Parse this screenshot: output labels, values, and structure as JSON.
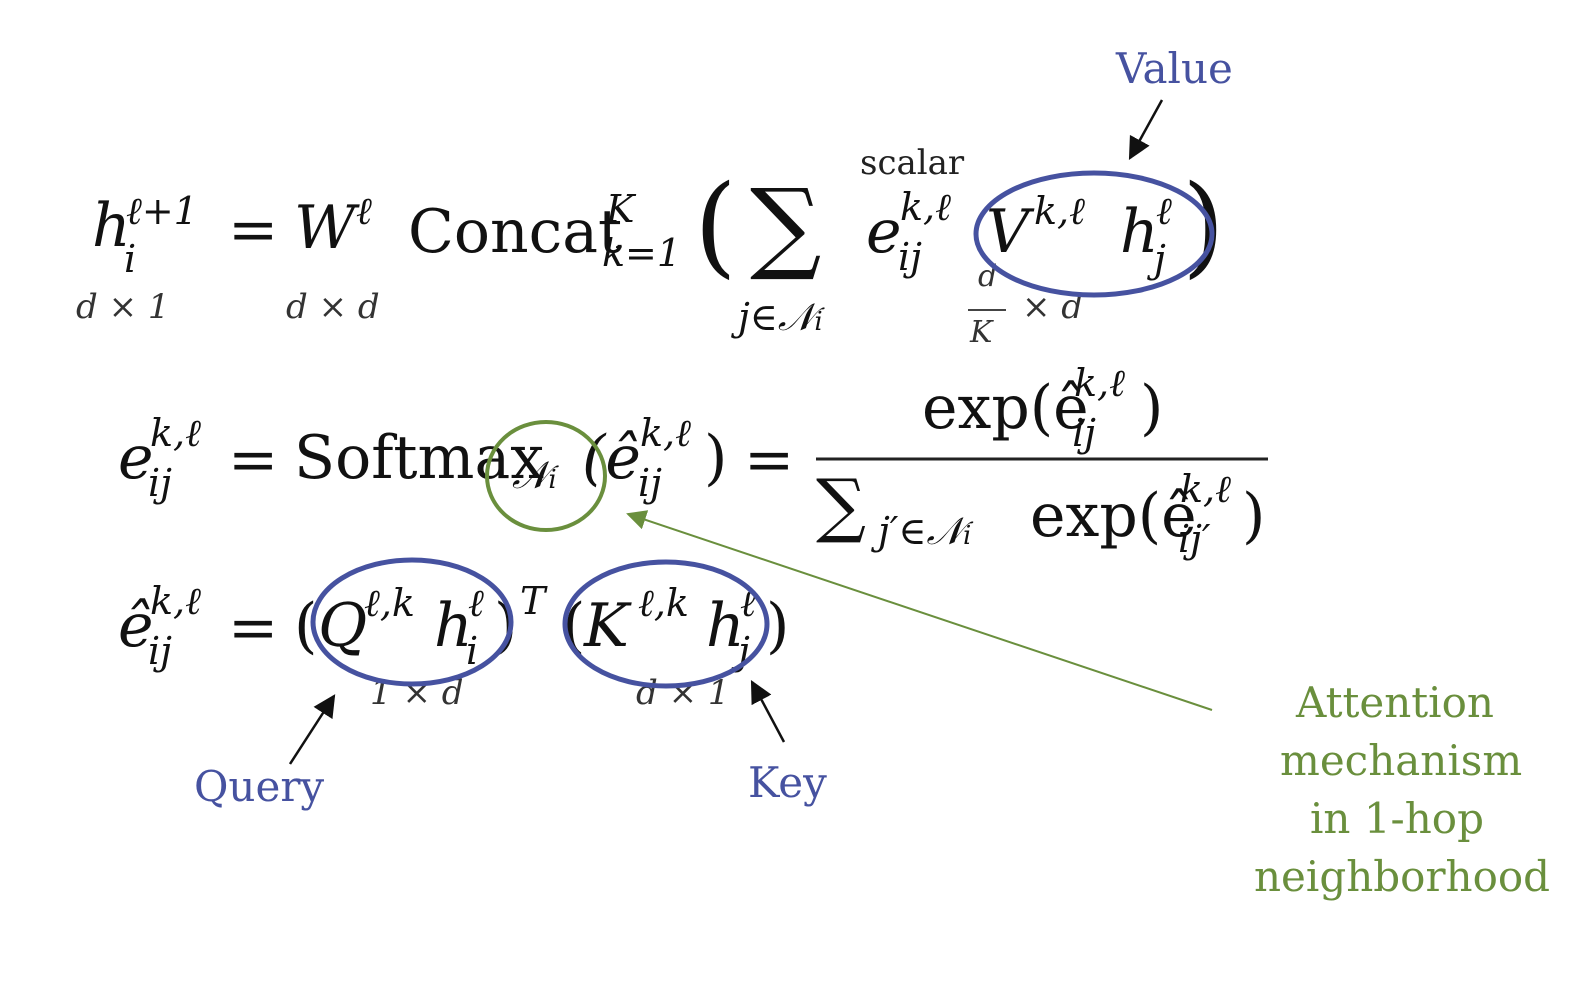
{
  "labels": {
    "value": "Value",
    "scalar": "scalar",
    "query": "Query",
    "key": "Key",
    "attention": [
      "Attention",
      "mechanism",
      "in 1-hop",
      "neighborhood"
    ]
  },
  "eq1": {
    "h": "h",
    "h_sub": "i",
    "h_sup": "ℓ+1",
    "eq": "=",
    "W": "W",
    "W_sup": "ℓ",
    "concat": "Concat",
    "concat_sup": "K",
    "concat_sub": "k=1",
    "lparen": "(",
    "sum": "∑",
    "sum_sub": "j∈𝒩",
    "sum_sub_i": "i",
    "e": "e",
    "e_sup": "k,ℓ",
    "e_sub": "ij",
    "V": "V",
    "V_sup": "k,ℓ",
    "hj": "h",
    "hj_sup": "ℓ",
    "hj_sub": "j",
    "rparen": ")",
    "dim_h": "d × 1",
    "dim_W": "d × d",
    "frac_num": "d",
    "frac_den": "K",
    "frac_rest": "× d"
  },
  "eq2": {
    "e": "e",
    "e_sup": "k,ℓ",
    "e_sub": "ij",
    "eq": "=",
    "softmax": "Softmax",
    "softmax_sub": "𝒩",
    "softmax_sub_i": "i",
    "ehat_arg": "(ê",
    "ehat_sup": "k,ℓ",
    "ehat_sub": "ij",
    "close": ")",
    "eq2": "=",
    "num": "exp(ê",
    "num_sup": "k,ℓ",
    "num_sub": "ij",
    "num_close": ")",
    "den_sum": "∑",
    "den_sub": "j′∈𝒩",
    "den_sub_i": "i",
    "den": "exp(ê",
    "den_sup": "k,ℓ",
    "den_subsc": "ij′",
    "den_close": ")"
  },
  "eq3": {
    "ehat": "ê",
    "ehat_sup": "k,ℓ",
    "ehat_sub": "ij",
    "eq": "=",
    "lparen": "(",
    "Q": "Q",
    "Q_sup": "ℓ,k",
    "hi": "h",
    "hi_sup": "ℓ",
    "hi_sub": "i",
    "rparen_T": ")",
    "T": "T",
    "lparen2": "(",
    "K": "K",
    "K_sup": "ℓ,k",
    "hj": "h",
    "hj_sup": "ℓ",
    "hj_sub": "j",
    "rparen": ")",
    "dim_q": "1 × d",
    "dim_k": "d × 1"
  },
  "colors": {
    "blue": "#4652a0",
    "green": "#6a8f3d",
    "arrow": "#111111"
  }
}
